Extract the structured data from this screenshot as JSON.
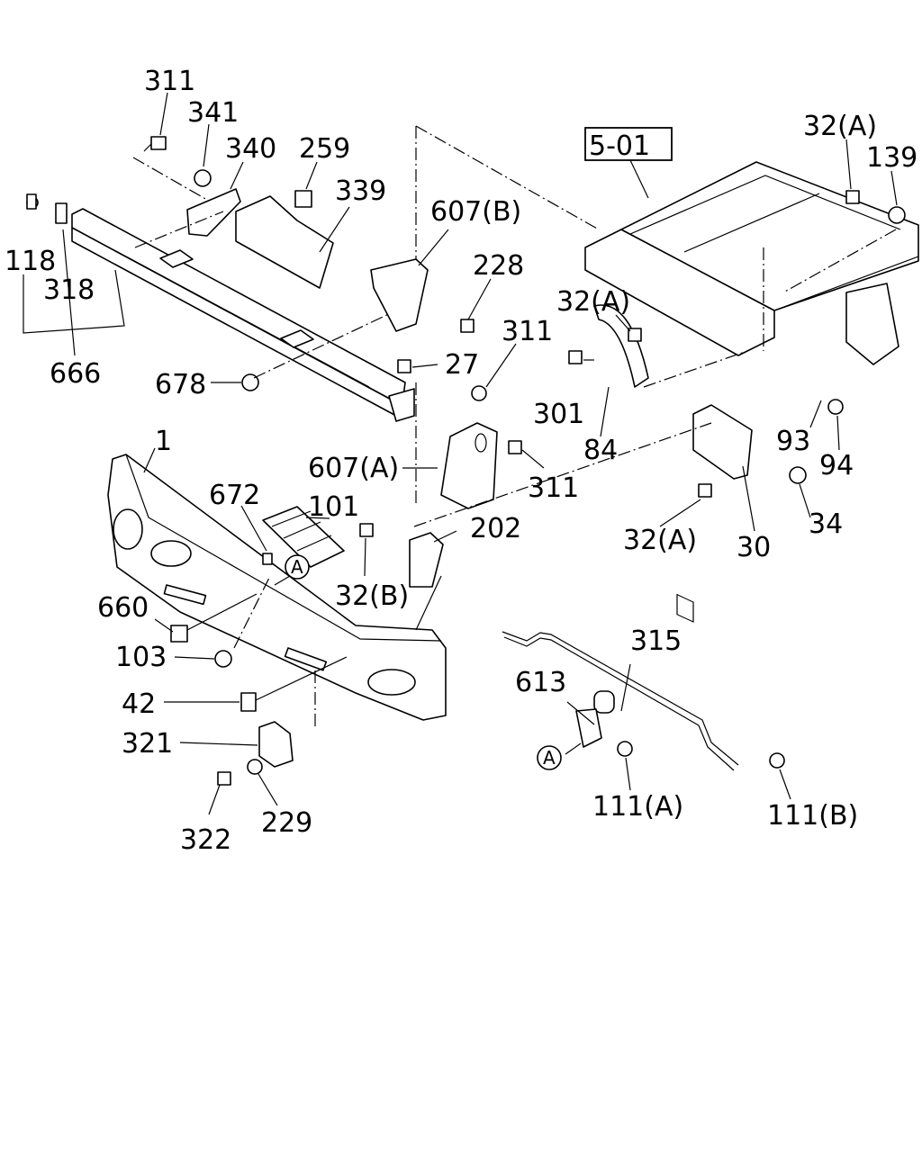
{
  "section_ref": "5-01",
  "callouts": {
    "c311a": "311",
    "c341": "341",
    "c340": "340",
    "c259": "259",
    "c339": "339",
    "c118": "118",
    "c318": "318",
    "c666": "666",
    "c678": "678",
    "c607b": "607(B)",
    "c228": "228",
    "c27": "27",
    "c311b": "311",
    "c607a": "607(A)",
    "c311c": "311",
    "c202": "202",
    "c32b": "32(B)",
    "c32a1": "32(A)",
    "c139": "139",
    "c32a2": "32(A)",
    "c301": "301",
    "c84": "84",
    "c93": "93",
    "c94": "94",
    "c34": "34",
    "c32a3": "32(A)",
    "c30": "30",
    "c1": "1",
    "c672": "672",
    "c101": "101",
    "c660": "660",
    "c103": "103",
    "c42": "42",
    "c321": "321",
    "c322": "322",
    "c229": "229",
    "c315": "315",
    "c613": "613",
    "c111a": "111(A)",
    "c111b": "111(B)"
  },
  "markers": {
    "a1": "A",
    "a2": "A"
  }
}
